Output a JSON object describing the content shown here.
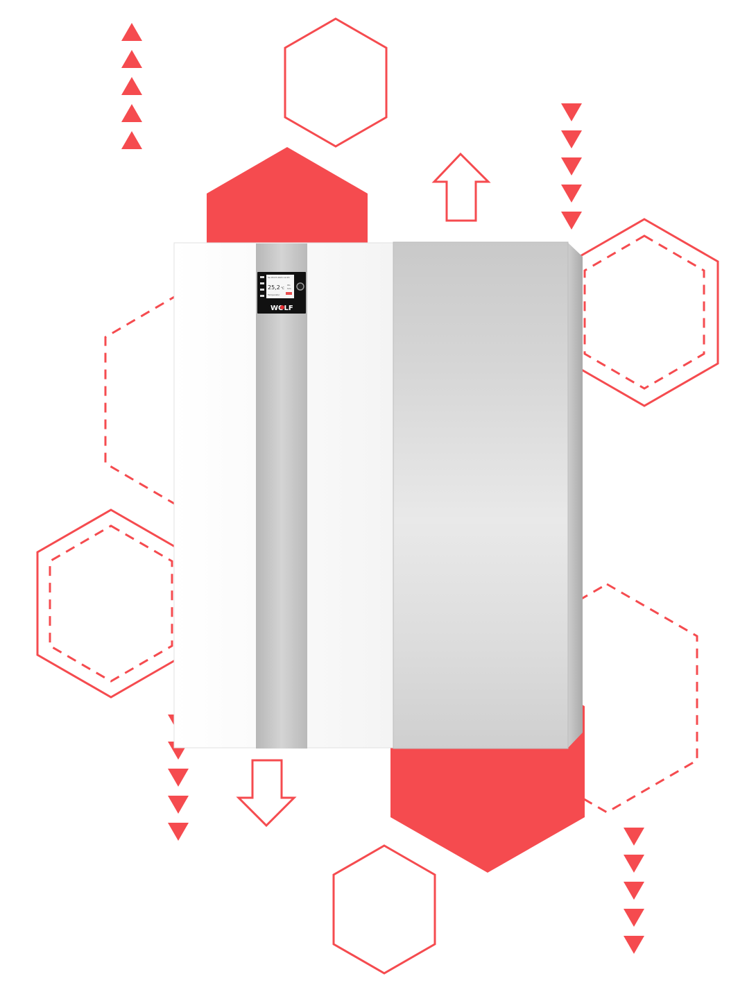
{
  "colors": {
    "accent": "#f54b4f",
    "unit_front": "#ffffff",
    "unit_panel": "#d8d8d8",
    "unit_side": "#bfbfbf",
    "strip": "#c4c4c4",
    "display_bg": "#111111"
  },
  "display": {
    "temperature": "25,2",
    "unit": "°C",
    "header": "Sa 03.07.2021 12:45",
    "status_right_top": "Wo",
    "status_right_bottom": "Sim",
    "label_left": "Temperatur",
    "logo": "WOLF"
  },
  "graphics": {
    "hexagon_style": "outline/dashed/filled",
    "arrow_up_icon": "arrow-up-icon",
    "arrow_down_icon": "arrow-down-icon",
    "triangle_up_icon": "triangle-up-icon",
    "triangle_down_icon": "triangle-down-icon"
  }
}
